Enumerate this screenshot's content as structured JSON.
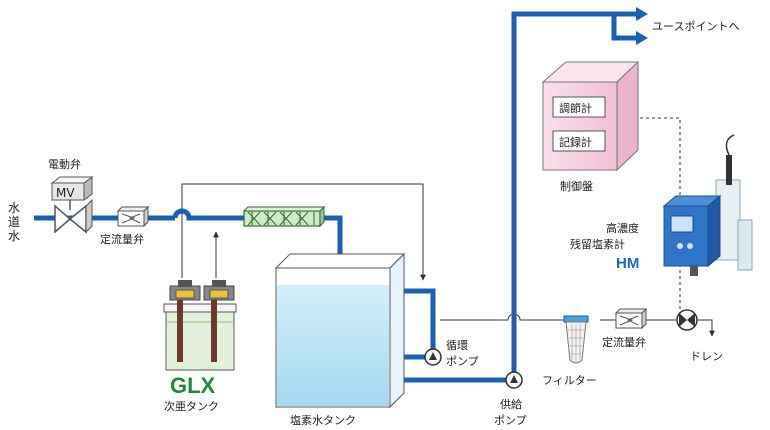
{
  "colors": {
    "pipe_blue": "#1a5fb4",
    "thin_line": "#333333",
    "tank_water": "#a9dcf3",
    "cabinet_pink": "#f6cfe0",
    "glx_green": "#1f8a3a",
    "hm_blue": "#1a66c9",
    "filter_blue": "#4aa3e0"
  },
  "labels": {
    "motor_valve": "電動弁",
    "mv": "MV",
    "raw_water": [
      "水",
      "道",
      "水"
    ],
    "flow_valve_1": "定流量弁",
    "glx_brand": "GLX",
    "glx_tank": "次亜タンク",
    "brine_tank": "塩素水タンク",
    "circ_pump": [
      "循環",
      "ポンプ"
    ],
    "supply_pump": [
      "供給",
      "ポンプ"
    ],
    "use_point": "ユースポイントへ",
    "controller": "調節計",
    "recorder": "記録計",
    "control_panel": "制御盤",
    "hm_name": [
      "高濃度",
      "残留塩素計"
    ],
    "hm_brand": "HM",
    "filter": "フィルター",
    "flow_valve_2": "定流量弁",
    "drain": "ドレン"
  }
}
